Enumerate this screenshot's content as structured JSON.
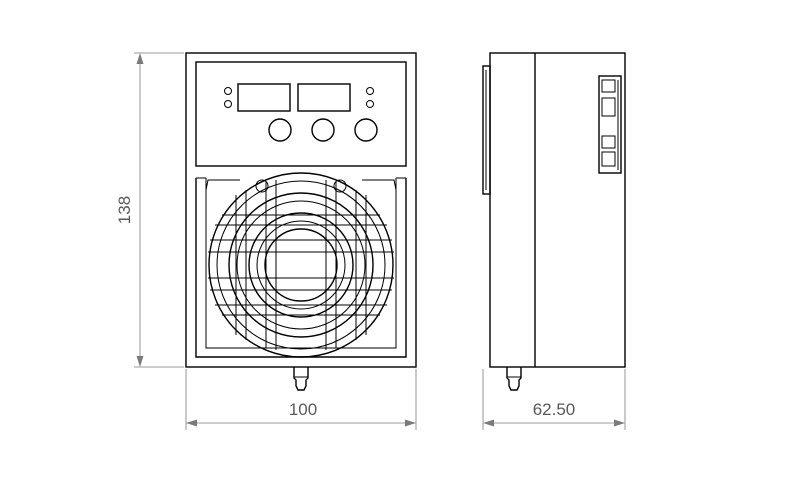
{
  "dimensions": {
    "height_label": "138",
    "width_label": "100",
    "depth_label": "62.50"
  },
  "colors": {
    "line": "#000000",
    "dimension": "#7a7a7a",
    "text": "#5a5a5a",
    "background": "#ffffff"
  },
  "icons": [
    "display-window",
    "control-knob",
    "indicator-led",
    "fan-grille",
    "drain-nozzle"
  ]
}
